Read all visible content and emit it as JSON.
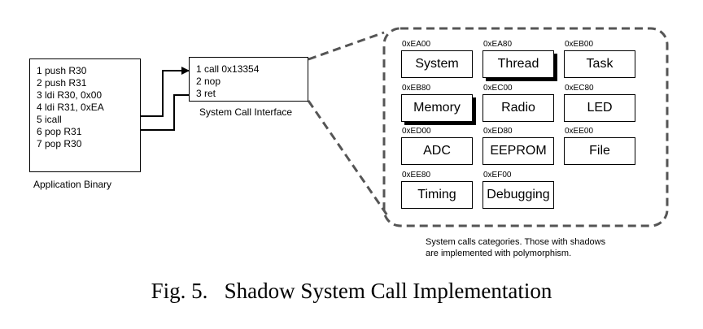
{
  "application": {
    "label": "Application Binary",
    "lines": [
      "1  push R30",
      "2  push R31",
      "3  ldi R30, 0x00",
      "4  ldi R31, 0xEA",
      "5  icall",
      "6 pop R31",
      "7 pop R30"
    ]
  },
  "syscall_interface": {
    "label": "System Call Interface",
    "lines": [
      "1  call 0x13354",
      "2  nop",
      "3  ret"
    ]
  },
  "categories": [
    {
      "addr": "0xEA00",
      "name": "System",
      "shadow": false
    },
    {
      "addr": "0xEA80",
      "name": "Thread",
      "shadow": true
    },
    {
      "addr": "0xEB00",
      "name": "Task",
      "shadow": false
    },
    {
      "addr": "0xEB80",
      "name": "Memory",
      "shadow": true
    },
    {
      "addr": "0xEC00",
      "name": "Radio",
      "shadow": false
    },
    {
      "addr": "0xEC80",
      "name": "LED",
      "shadow": false
    },
    {
      "addr": "0xED00",
      "name": "ADC",
      "shadow": false
    },
    {
      "addr": "0xED80",
      "name": "EEPROM",
      "shadow": false
    },
    {
      "addr": "0xEE00",
      "name": "File",
      "shadow": false
    },
    {
      "addr": "0xEE80",
      "name": "Timing",
      "shadow": false
    },
    {
      "addr": "0xEF00",
      "name": "Debugging",
      "shadow": false
    }
  ],
  "categories_note": [
    "System calls categories. Those with shadows",
    "are implemented with polymorphism."
  ],
  "caption": "Fig. 5.   Shadow System Call Implementation"
}
